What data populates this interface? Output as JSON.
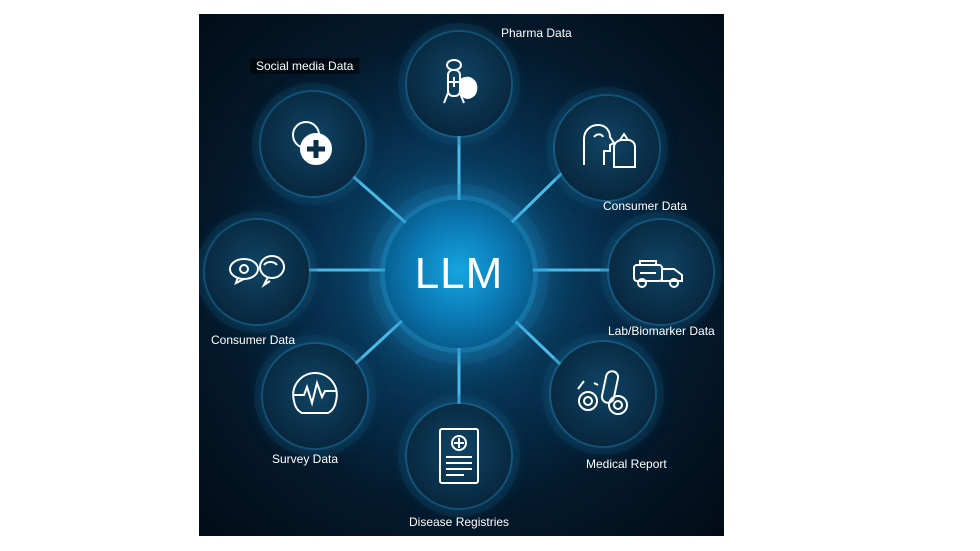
{
  "center": {
    "label": "LLM"
  },
  "nodes": [
    {
      "label": "Pharma Data",
      "icon": "pharma-icon"
    },
    {
      "label": "Consumer Data",
      "icon": "consumer-profile-icon"
    },
    {
      "label": "Lab/Biomarker Data",
      "icon": "lab-vehicle-icon"
    },
    {
      "label": "Medical Report",
      "icon": "test-tube-icon"
    },
    {
      "label": "Disease Registries",
      "icon": "document-icon"
    },
    {
      "label": "Survey Data",
      "icon": "brain-wave-icon"
    },
    {
      "label": "Consumer Data",
      "icon": "chat-bubble-icon"
    },
    {
      "label": "Social media Data",
      "icon": "medical-cross-icon"
    }
  ],
  "colors": {
    "accent": "#29b6ef",
    "hub": "#0b79b4",
    "background": "#041a2d"
  }
}
